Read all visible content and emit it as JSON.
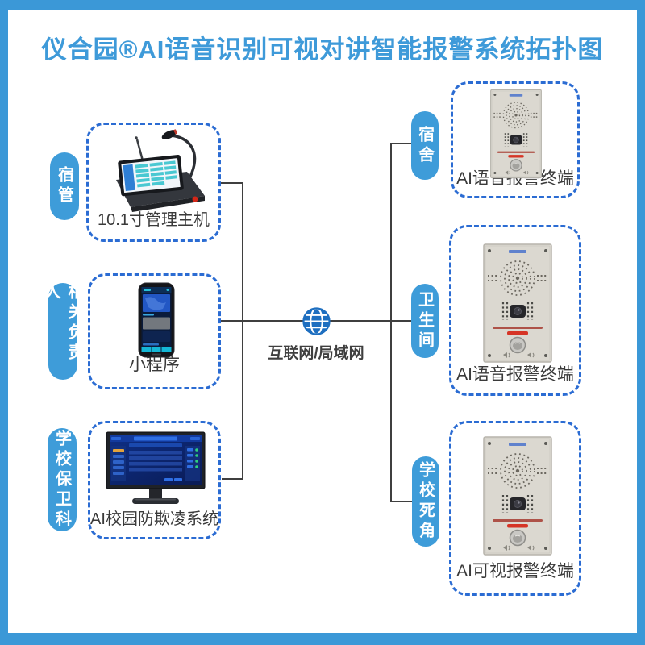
{
  "title": "仪合园®AI语音识别可视对讲智能报警系统拓扑图",
  "network": {
    "label": "互联网/局域网",
    "icon": "globe-icon"
  },
  "left": {
    "groups": [
      {
        "role": "宿管",
        "device": "10.1寸管理主机",
        "device_icon": "intercom-console-icon"
      },
      {
        "role": "相关负责人",
        "device": "小程序",
        "device_icon": "smartphone-app-icon"
      },
      {
        "role": "学校保卫科",
        "device": "AI校园防欺凌系统",
        "device_icon": "monitor-dashboard-icon"
      }
    ]
  },
  "right": {
    "groups": [
      {
        "location": "宿舍",
        "device": "AI语音报警终端",
        "device_icon": "alarm-panel-icon"
      },
      {
        "location": "卫生间",
        "device": "AI语音报警终端",
        "device_icon": "alarm-panel-icon"
      },
      {
        "location": "学校死角",
        "device": "AI可视报警终端",
        "device_icon": "alarm-panel-icon"
      }
    ]
  },
  "colors": {
    "frame": "#3B98D7",
    "title_text": "#3E9AD9",
    "pill_blue": "#3E9CD9",
    "dashed_border": "#2B6CD3",
    "wire": "#3F3F3F",
    "globe_blue": "#1E6FC0",
    "caption_text": "#3A3A3A"
  }
}
